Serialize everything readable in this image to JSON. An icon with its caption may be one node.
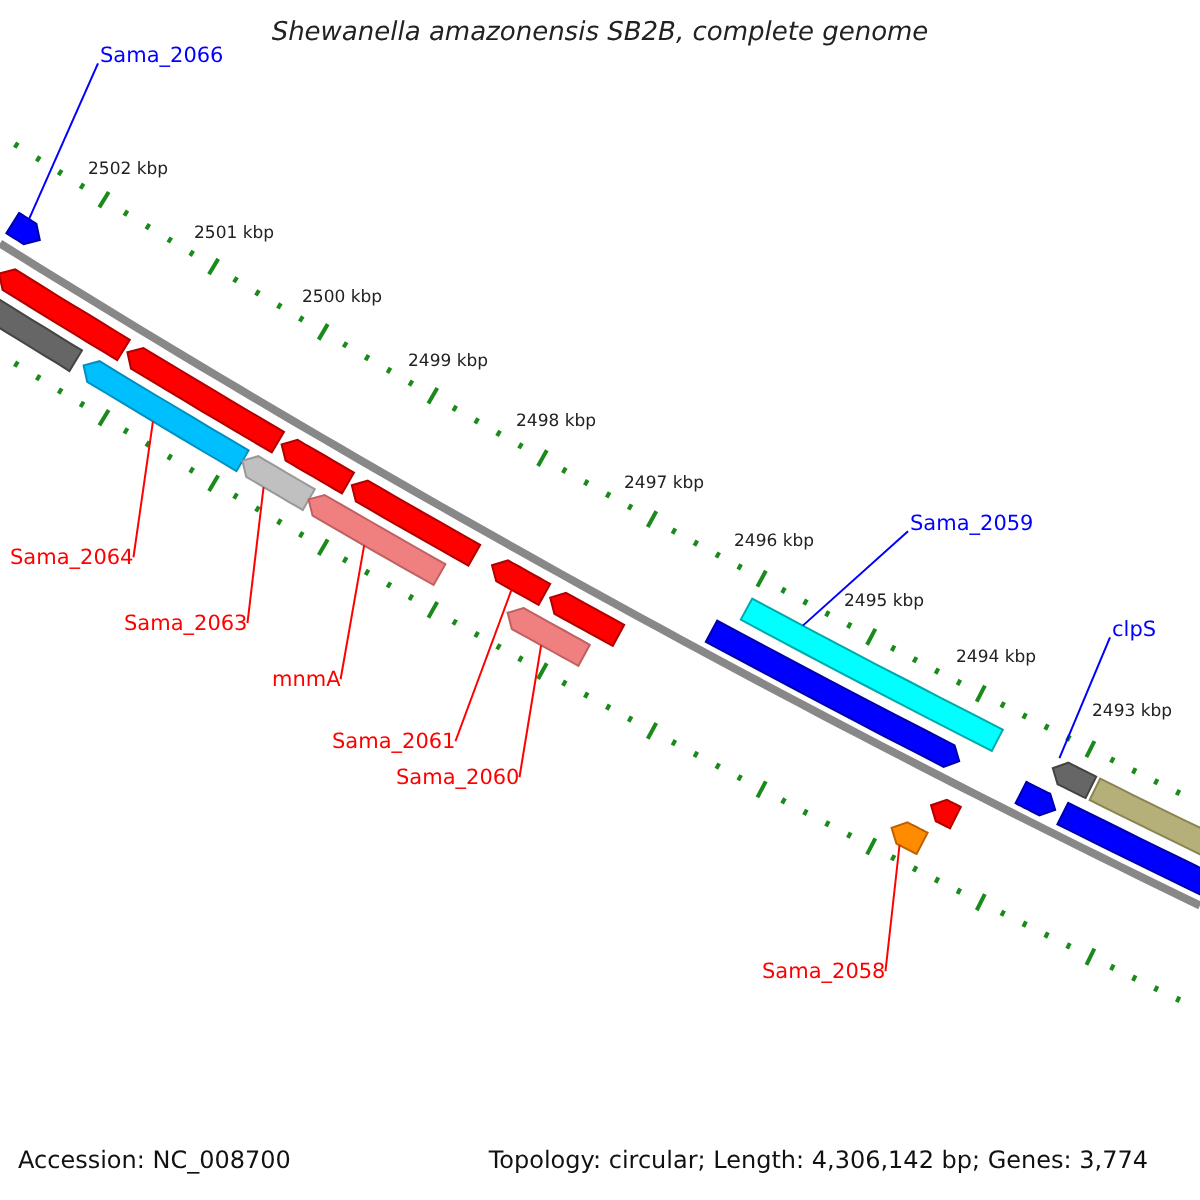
{
  "diagram": {
    "title": "Shewanella amazonensis SB2B, complete genome",
    "nodes": [
      {
        "text": [
          "Sama_2066"
        ]
      },
      {
        "text": [
          "Sama_2059"
        ]
      },
      {
        "text": [
          "Sama_2064"
        ]
      },
      {
        "text": [
          "Sama_2063"
        ]
      },
      {
        "text": [
          "clpS"
        ]
      },
      {
        "text": [
          "mnmA"
        ]
      },
      {
        "text": [
          "Sama_2061"
        ]
      },
      {
        "text": [
          "Sama_2060"
        ]
      },
      {
        "text": [
          "Sama_2058"
        ]
      },
      {
        "text": [],
        "shape": "bar"
      },
      {
        "text": [],
        "shape": "bar"
      },
      {
        "text": [],
        "shape": "bar"
      },
      {
        "text": [],
        "shape": "bar"
      },
      {
        "text": [],
        "shape": "bar"
      },
      {
        "text": [],
        "shape": "bar"
      },
      {
        "text": [],
        "shape": "bar"
      },
      {
        "text": [],
        "shape": "bar"
      },
      {
        "text": [],
        "shape": "bar"
      },
      {
        "text": [],
        "shape": "bar"
      },
      {
        "text": [],
        "shape": "bar"
      },
      {
        "text": [],
        "shape": "bar"
      },
      {
        "text": [],
        "shape": "bar"
      },
      {
        "text": [],
        "shape": "bar"
      },
      {
        "text": [],
        "shape": "bar"
      },
      {
        "text": [],
        "shape": "bar"
      },
      {
        "text": [],
        "shape": "bar"
      },
      {
        "text": [],
        "shape": "bar"
      },
      {
        "text": [],
        "shape": "bar"
      },
      {
        "text": [],
        "shape": "bar"
      }
    ],
    "edges": [
      {
        "from": 0,
        "to": 10,
        "arrow": "none",
        "color": "#0000ff"
      },
      {
        "from": 1,
        "to": 22,
        "arrow": "none",
        "color": "#0000ff"
      },
      {
        "from": 2,
        "to": 12,
        "arrow": "none"
      },
      {
        "from": 3,
        "to": 14,
        "arrow": "none"
      },
      {
        "from": 4,
        "to": 26,
        "arrow": "none",
        "color": "#0000ff"
      },
      {
        "from": 5,
        "to": 16,
        "arrow": "none"
      },
      {
        "from": 6,
        "to": 18,
        "arrow": "none"
      },
      {
        "from": 7,
        "to": 19,
        "arrow": "none"
      },
      {
        "from": 8,
        "to": 23,
        "arrow": "none"
      }
    ],
    "labels": [
      "2502 kbp",
      "2501 kbp",
      "2500 kbp",
      "2499 kbp",
      "2498 kbp",
      "2497 kbp",
      "2496 kbp",
      "2495 kbp",
      "2494 kbp",
      "2493 kbp",
      "Accession: NC_008700",
      "Topology: circular; Length: 4,306,142 bp; Genes: 3,774"
    ]
  }
}
